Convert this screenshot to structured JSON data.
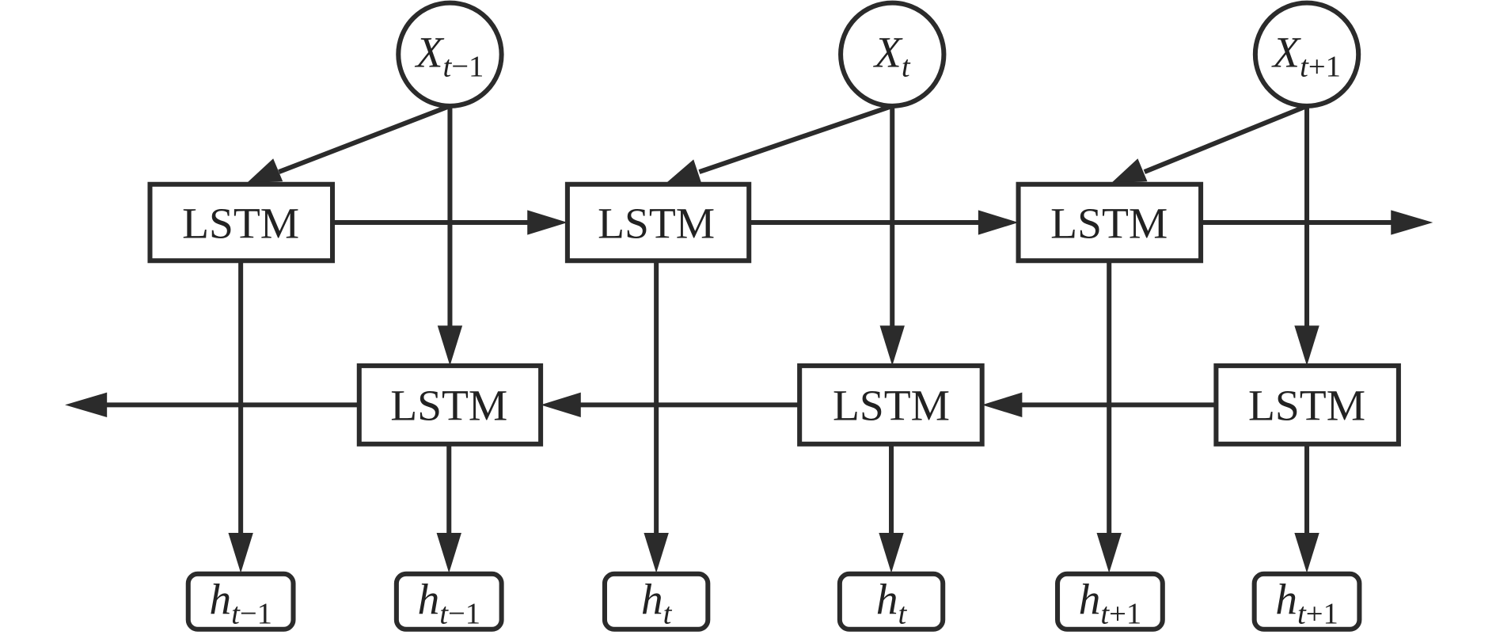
{
  "diagram": {
    "type": "bidirectional-lstm",
    "inputs": [
      {
        "symbol": "X",
        "sub_var": "t",
        "sub_rest": "−1"
      },
      {
        "symbol": "X",
        "sub_var": "t",
        "sub_rest": ""
      },
      {
        "symbol": "X",
        "sub_var": "t",
        "sub_rest": "+1"
      }
    ],
    "forward_cells": [
      {
        "label": "LSTM"
      },
      {
        "label": "LSTM"
      },
      {
        "label": "LSTM"
      }
    ],
    "backward_cells": [
      {
        "label": "LSTM"
      },
      {
        "label": "LSTM"
      },
      {
        "label": "LSTM"
      }
    ],
    "outputs": [
      {
        "symbol": "h",
        "sub_var": "t",
        "sub_rest": "−1",
        "source": "forward"
      },
      {
        "symbol": "h",
        "sub_var": "t",
        "sub_rest": "−1",
        "source": "backward"
      },
      {
        "symbol": "h",
        "sub_var": "t",
        "sub_rest": "",
        "source": "forward"
      },
      {
        "symbol": "h",
        "sub_var": "t",
        "sub_rest": "",
        "source": "backward"
      },
      {
        "symbol": "h",
        "sub_var": "t",
        "sub_rest": "+1",
        "source": "forward"
      },
      {
        "symbol": "h",
        "sub_var": "t",
        "sub_rest": "+1",
        "source": "backward"
      }
    ],
    "forward_direction": "left-to-right",
    "backward_direction": "right-to-left",
    "line_color": "#2b2b2b",
    "background_color": "#ffffff"
  }
}
